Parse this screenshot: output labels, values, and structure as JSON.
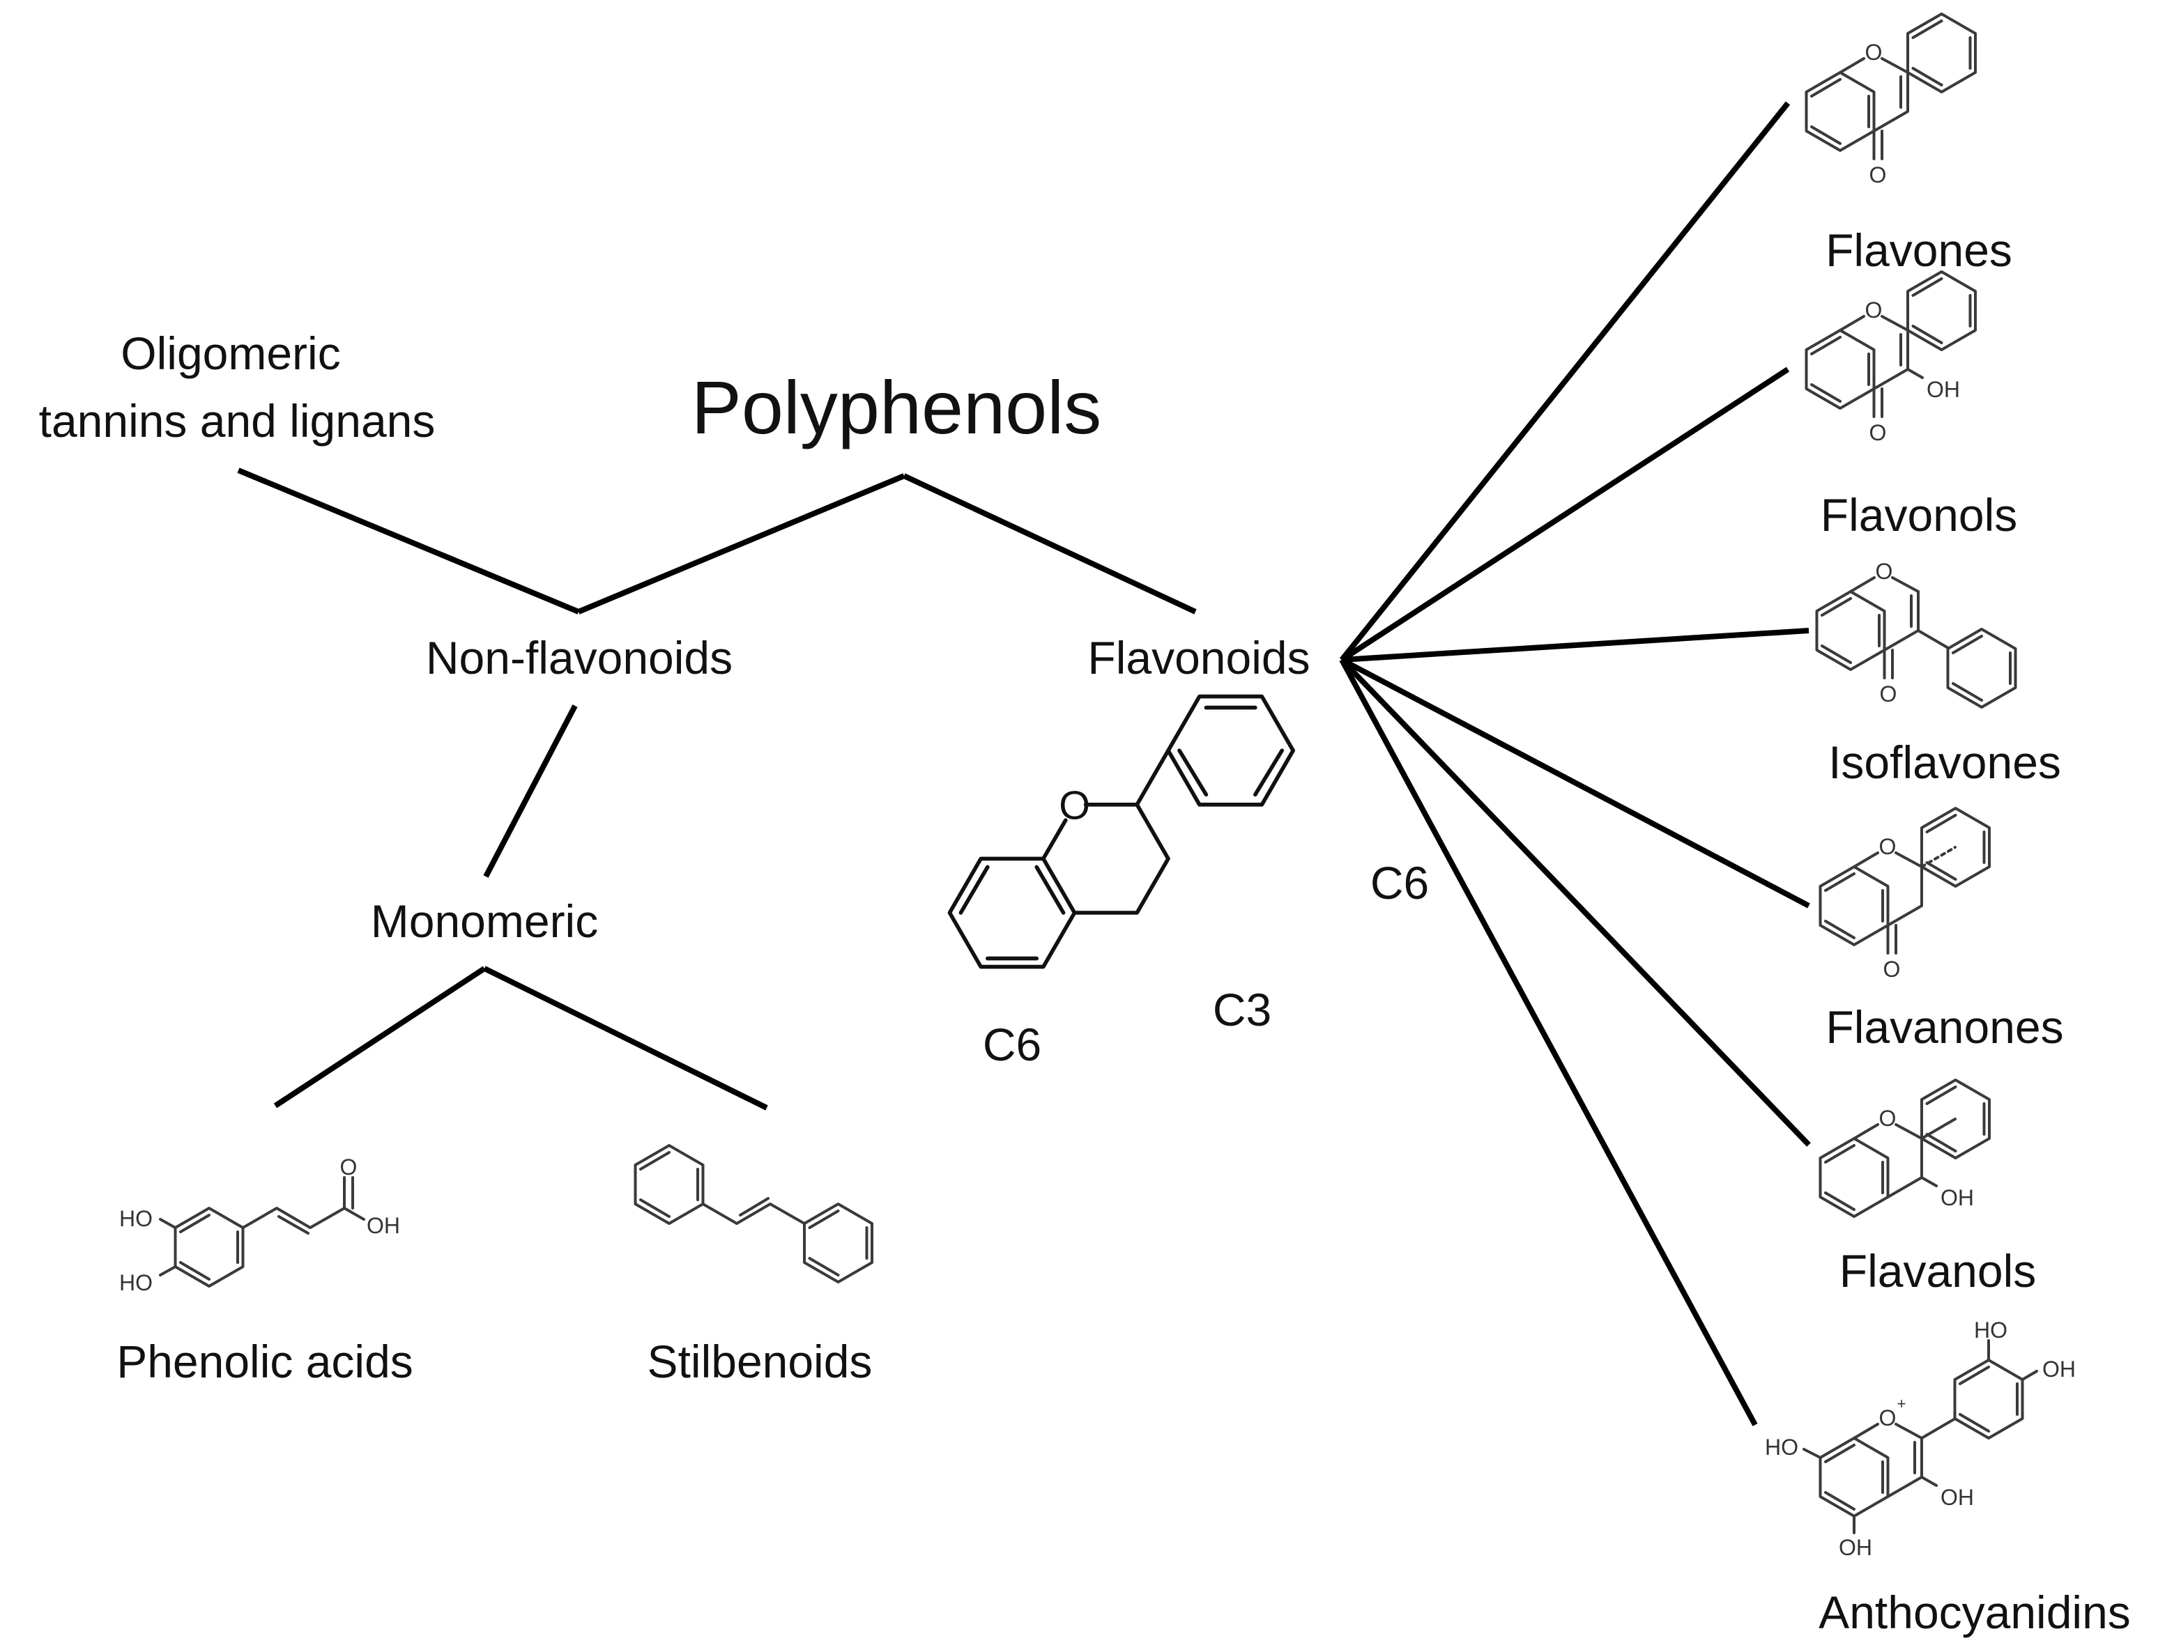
{
  "title": "Polyphenols",
  "nodes": {
    "oligomeric_line1": "Oligomeric",
    "oligomeric_line2": "tannins and lignans",
    "non_flavonoids": "Non-flavonoids",
    "flavonoids": "Flavonoids",
    "monomeric": "Monomeric",
    "phenolic_acids": "Phenolic acids",
    "stilbenoids": "Stilbenoids"
  },
  "flavonoid_classes": [
    "Flavones",
    "Flavonols",
    "Isoflavones",
    "Flavanones",
    "Flavanols",
    "Anthocyanidins"
  ],
  "core_labels": {
    "c6_a": "C6",
    "c3": "C3",
    "c6_b": "C6"
  },
  "atoms": {
    "O": "O",
    "OH": "OH",
    "HO": "HO",
    "O_plus": "O",
    "plus": "+"
  }
}
